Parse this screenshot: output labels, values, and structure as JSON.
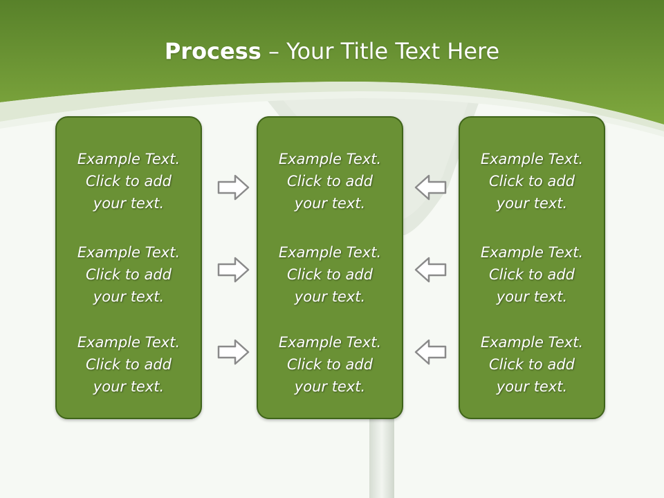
{
  "slide": {
    "title_bold": "Process",
    "title_rest": " – Your Title Text Here"
  },
  "columns": [
    {
      "items": [
        {
          "line1": "Example Text.",
          "line2": "Click  to add",
          "line3": "your text."
        },
        {
          "line1": "Example Text.",
          "line2": "Click  to add",
          "line3": "your text."
        },
        {
          "line1": "Example Text.",
          "line2": "Click  to add",
          "line3": "your text."
        }
      ]
    },
    {
      "items": [
        {
          "line1": "Example Text.",
          "line2": "Click  to add",
          "line3": "your text."
        },
        {
          "line1": "Example Text.",
          "line2": "Click  to add",
          "line3": "your text."
        },
        {
          "line1": "Example Text.",
          "line2": "Click  to add",
          "line3": "your text."
        }
      ]
    },
    {
      "items": [
        {
          "line1": "Example Text.",
          "line2": "Click  to add",
          "line3": "your text."
        },
        {
          "line1": "Example Text.",
          "line2": "Click  to add",
          "line3": "your text."
        },
        {
          "line1": "Example Text.",
          "line2": "Click  to add",
          "line3": "your text."
        }
      ]
    }
  ],
  "icons": {
    "left_arrows": "arrow-right-icon",
    "right_arrows": "arrow-left-icon"
  },
  "colors": {
    "header_green": "#6f9c32",
    "panel_fill": "#6a9135",
    "panel_border": "#3f6419",
    "arrow_fill": "#ffffff",
    "arrow_stroke": "#8a8a8a"
  }
}
